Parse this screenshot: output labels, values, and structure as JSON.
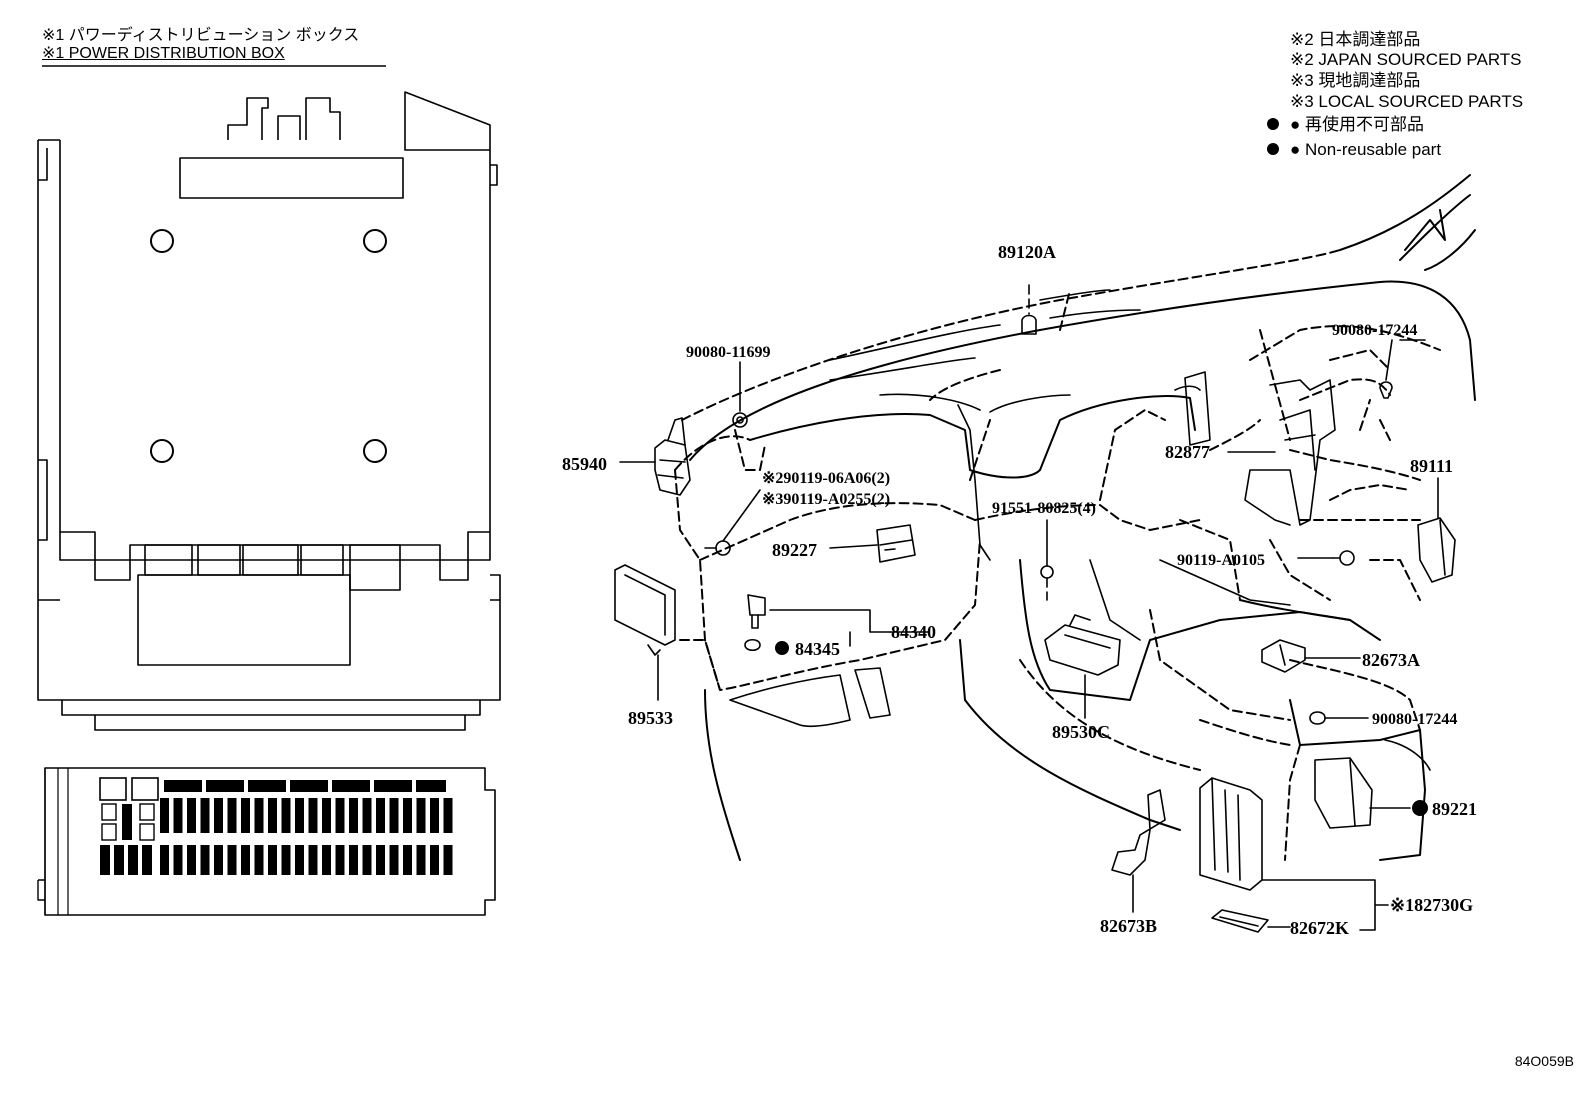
{
  "header": {
    "jp": "※1  パワーディストリビューション ボックス",
    "en": "※1  POWER DISTRIBUTION BOX"
  },
  "legend": [
    "※2 日本調達部品",
    "※2 JAPAN SOURCED PARTS",
    "※3 現地調達部品",
    "※3 LOCAL SOURCED PARTS",
    "● 再使用不可部品",
    "● Non-reusable part"
  ],
  "parts": {
    "p89120A": "89120A",
    "p90080_11699": "90080-11699",
    "p90080_17244a": "90080-17244",
    "p82877": "82877",
    "p85940": "85940",
    "p90119_06A06": "※290119-06A06(2)",
    "p90119_A0255": "※390119-A0255(2)",
    "p91551": "91551-80825(4)",
    "p89111": "89111",
    "p89227": "89227",
    "p90119_A0105": "90119-A0105",
    "p84340": "84340",
    "p84345": "84345",
    "p82673A": "82673A",
    "p89533": "89533",
    "p89530C": "89530C",
    "p90080_17244b": "90080-17244",
    "p89221": "89221",
    "p82673B": "82673B",
    "p82672K": "82672K",
    "p82730G": "※182730G"
  },
  "diagram_code": "84O059B"
}
